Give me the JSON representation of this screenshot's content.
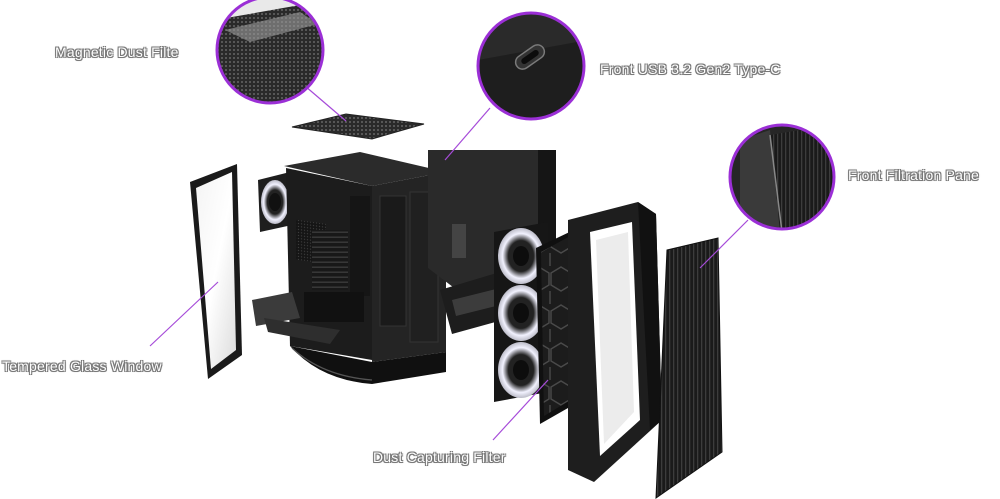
{
  "labels": {
    "magnetic_dust_filter": "Magnetic Dust Filte",
    "front_usb": "Front USB 3.2 Gen2 Type-C",
    "front_filtration_panel": "Front Filtration Pane",
    "tempered_glass_window": "Tempered Glass Window",
    "dust_capturing_filter": "Dust Capturing Filter"
  },
  "colors": {
    "callout_ring": "#9b2fd6",
    "case_body": "#1b1b1b",
    "fan_ring": "#e8e8f0",
    "label_text": "#ffffff"
  }
}
